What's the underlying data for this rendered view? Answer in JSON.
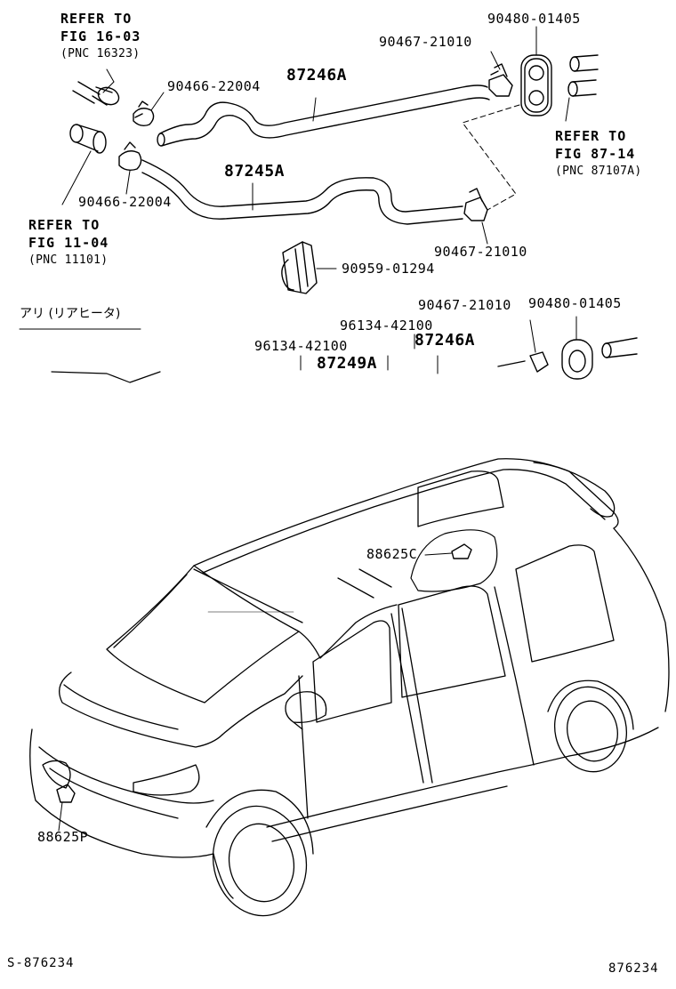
{
  "refs": {
    "top_left": {
      "line1": "REFER TO",
      "line2": "FIG 16-03",
      "pnc": "(PNC 16323)"
    },
    "right": {
      "line1": "REFER TO",
      "line2": "FIG 87-14",
      "pnc": "(PNC 87107A)"
    },
    "bottom_left": {
      "line1": "REFER TO",
      "line2": "FIG 11-04",
      "pnc": "(PNC 11101)"
    }
  },
  "parts": {
    "p90480_top": "90480-01405",
    "p90467_top": "90467-21010",
    "p90466_top": "90466-22004",
    "hose_87246a_top": "87246A",
    "hose_87245a": "87245A",
    "p90466_mid": "90466-22004",
    "p90467_mid": "90467-21010",
    "p90959": "90959-01294",
    "p90467_low": "90467-21010",
    "p90480_low": "90480-01405",
    "p96134_right": "96134-42100",
    "p96134_left": "96134-42100",
    "hose_87246a_low": "87246A",
    "hose_87249a": "87249A",
    "sensor_88625c": "88625C",
    "sensor_88625p": "88625P"
  },
  "section_note": "アリ (リアヒータ)",
  "footer": {
    "left": "S-876234",
    "right": "876234"
  }
}
